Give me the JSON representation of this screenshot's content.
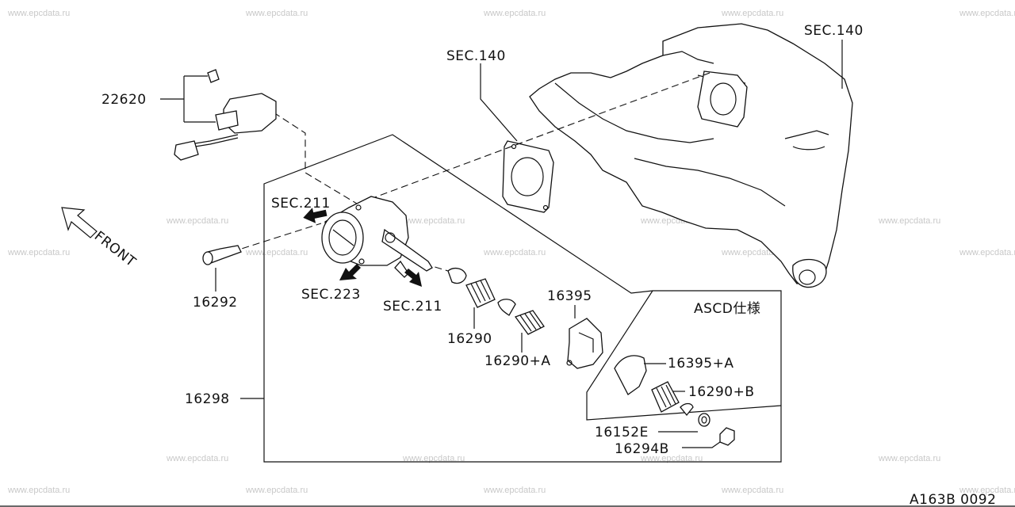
{
  "watermark": "www.epcdata.ru",
  "diagram_code": "A163B 0092",
  "direction_label": "FRONT",
  "section_refs": {
    "sec140_center": "SEC.140",
    "sec140_right": "SEC.140",
    "sec211_top": "SEC.211",
    "sec223": "SEC.223",
    "sec211_bottom": "SEC.211"
  },
  "inset_title": "ASCD仕様",
  "part_labels": {
    "p22620": "22620",
    "p16292": "16292",
    "p16298": "16298",
    "p16290": "16290",
    "p16290a": "16290+A",
    "p16395": "16395",
    "p16395a": "16395+A",
    "p16290b": "16290+B",
    "p16152e": "16152E",
    "p16294b": "16294B"
  }
}
